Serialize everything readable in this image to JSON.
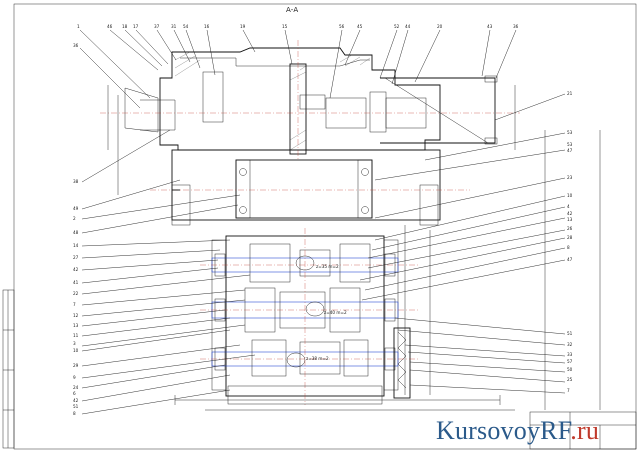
{
  "drawing": {
    "section_title": "А-А",
    "watermark_main": "KursovoyRF",
    "watermark_tld": ".ru",
    "part_labels_top": [
      "1",
      "46",
      "18",
      "17",
      "37",
      "31",
      "54",
      "16",
      "19",
      "15",
      "56",
      "45",
      "52",
      "44",
      "20",
      "43",
      "36"
    ],
    "part_labels_left": [
      "36",
      "38",
      "49",
      "2",
      "48",
      "14",
      "27",
      "42",
      "41",
      "22",
      "7",
      "12",
      "13",
      "11",
      "3",
      "10",
      "29",
      "9",
      "24",
      "6",
      "42",
      "51",
      "8"
    ],
    "part_labels_right": [
      "21",
      "53",
      "53",
      "47",
      "23",
      "10",
      "4",
      "42",
      "13",
      "26",
      "28",
      "8",
      "47",
      "51",
      "32",
      "33",
      "57",
      "50",
      "25",
      "7"
    ],
    "callouts": [
      "z=35 m=2",
      "z=40 m=2",
      "z=38 m=2"
    ]
  }
}
